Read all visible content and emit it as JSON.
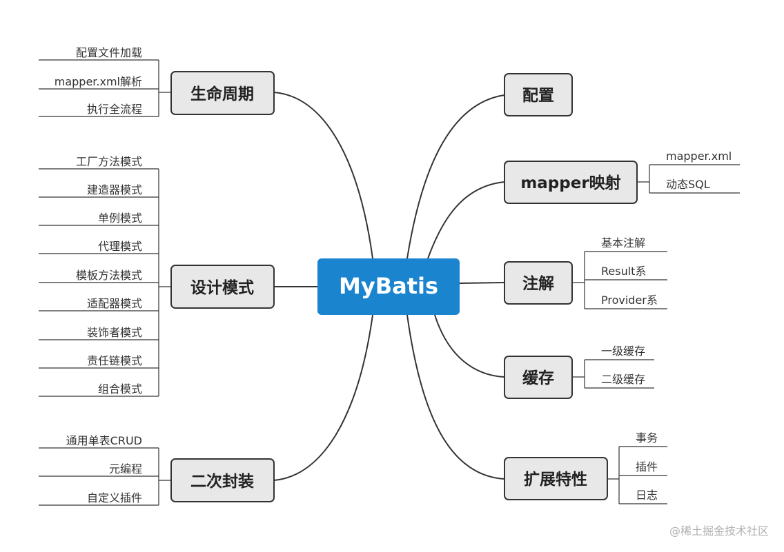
{
  "center": {
    "label": "MyBatis"
  },
  "left": [
    {
      "label": "生命周期",
      "children": [
        "配置文件加载",
        "mapper.xml解析",
        "执行全流程"
      ]
    },
    {
      "label": "设计模式",
      "children": [
        "工厂方法模式",
        "建造器模式",
        "单例模式",
        "代理模式",
        "模板方法模式",
        "适配器模式",
        "装饰者模式",
        "责任链模式",
        "组合模式"
      ]
    },
    {
      "label": "二次封装",
      "children": [
        "通用单表CRUD",
        "元编程",
        "自定义插件"
      ]
    }
  ],
  "right": [
    {
      "label": "配置",
      "children": []
    },
    {
      "label": "mapper映射",
      "children": [
        "mapper.xml",
        "动态SQL"
      ]
    },
    {
      "label": "注解",
      "children": [
        "基本注解",
        "Result系",
        "Provider系"
      ]
    },
    {
      "label": "缓存",
      "children": [
        "一级缓存",
        "二级缓存"
      ]
    },
    {
      "label": "扩展特性",
      "children": [
        "事务",
        "插件",
        "日志"
      ]
    }
  ],
  "watermark": "@稀土掘金技术社区",
  "colors": {
    "center_fill": "#1a84cf",
    "branch_fill": "#e8e8e8",
    "branch_stroke": "#333333",
    "line": "#333333"
  }
}
